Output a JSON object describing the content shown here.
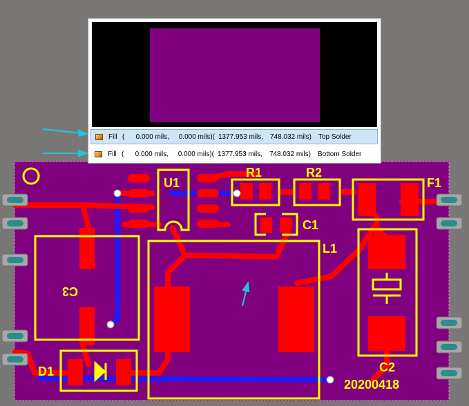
{
  "designators": {
    "u1": "U1",
    "r1": "R1",
    "r2": "R2",
    "f1": "F1",
    "c1": "C1",
    "l1": "L1",
    "c3": "C3",
    "d1": "D1",
    "c2": "C2"
  },
  "board_text": "20200418",
  "colors": {
    "background": "#7a7876",
    "board": "#800080",
    "top_copper": "#ff0000",
    "bottom_copper": "#1a1aff",
    "overlay": "#ffff00",
    "pads": "#2c8c8c",
    "arrows": "#1fc6e0"
  },
  "popup": {
    "rows": [
      {
        "kind": "Fill",
        "open": "(",
        "x1": "0.000 mils,",
        "y1": "0.000 mils)(",
        "x2": "1377.953 mils,",
        "y2": "748.032 mils)",
        "layer": "Top Solder",
        "selected": true
      },
      {
        "kind": "Fill",
        "open": "(",
        "x1": "0.000 mils,",
        "y1": "0.000 mils)(",
        "x2": "1377.953 mils,",
        "y2": "748.032 mils)",
        "layer": "Bottom Solder",
        "selected": false
      }
    ]
  }
}
